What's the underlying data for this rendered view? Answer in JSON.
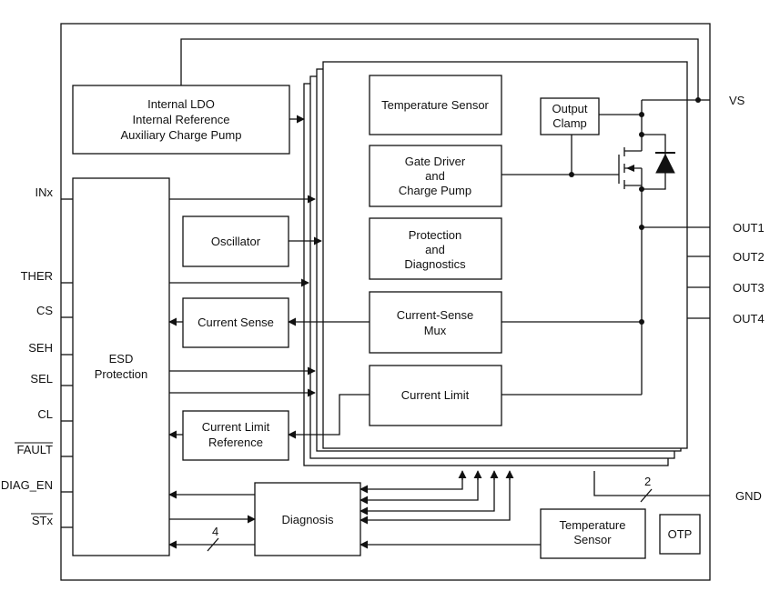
{
  "blocks": {
    "ldo": [
      "Internal LDO",
      "Internal Reference",
      "Auxiliary Charge Pump"
    ],
    "esd": [
      "ESD",
      "Protection"
    ],
    "oscillator": "Oscillator",
    "current_sense": "Current Sense",
    "current_limit_reference": [
      "Current Limit",
      "Reference"
    ],
    "diagnosis": "Diagnosis",
    "temp_sensor_inner": "Temperature Sensor",
    "gate_driver": [
      "Gate Driver",
      "and",
      "Charge Pump"
    ],
    "protection_diag": [
      "Protection",
      "and",
      "Diagnostics"
    ],
    "current_sense_mux": [
      "Current-Sense",
      "Mux"
    ],
    "current_limit": "Current Limit",
    "output_clamp": [
      "Output",
      "Clamp"
    ],
    "temp_sensor_outer": [
      "Temperature",
      "Sensor"
    ],
    "otp": "OTP"
  },
  "pins_left": [
    "INx",
    "THER",
    "CS",
    "SEH",
    "SEL",
    "CL",
    "FAULT",
    "DIAG_EN",
    "STx"
  ],
  "pins_right": [
    "VS",
    "OUT1",
    "OUT2",
    "OUT3",
    "OUT4",
    "GND"
  ],
  "bus_labels": {
    "gnd_bus": "2",
    "st_bus": "4"
  }
}
